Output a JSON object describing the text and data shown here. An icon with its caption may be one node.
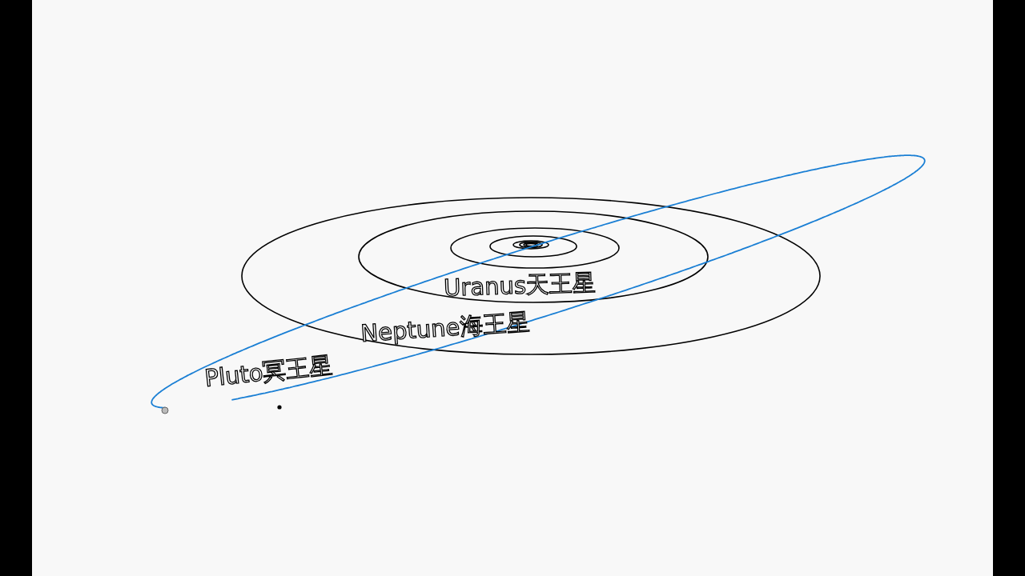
{
  "diagram": {
    "labels": [
      "Uranus天王星",
      "Neptune海王星",
      "Pluto冥王星"
    ]
  }
}
